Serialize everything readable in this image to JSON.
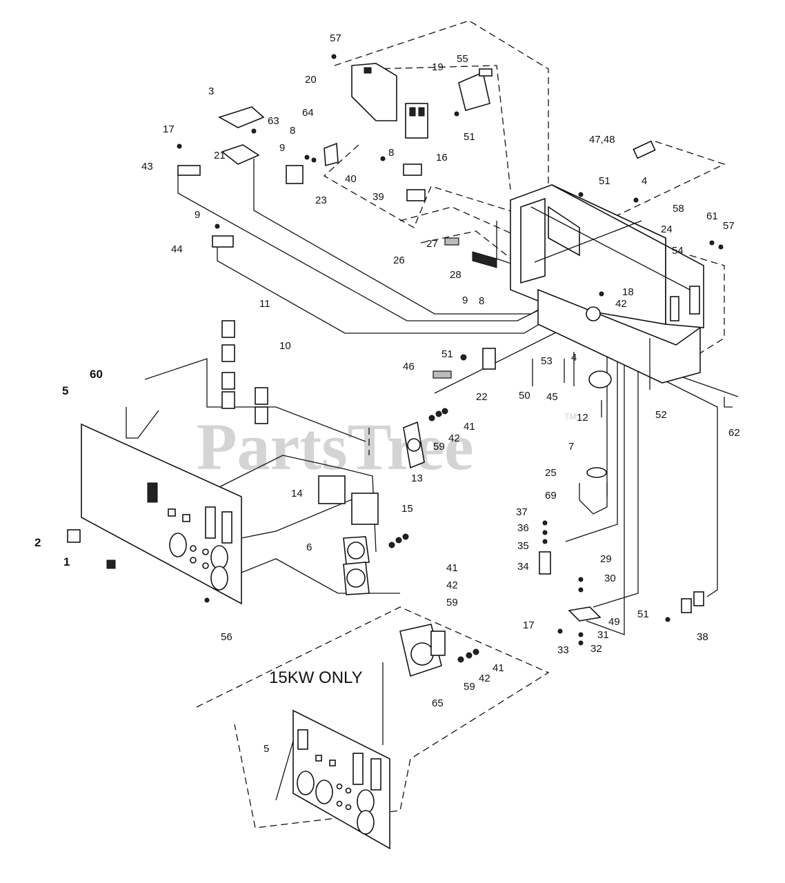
{
  "watermark": {
    "text": "PartsTree",
    "trademark": "TM"
  },
  "note": {
    "text": "15KW ONLY"
  },
  "callouts": [
    {
      "id": "c57a",
      "text": "57"
    },
    {
      "id": "c20",
      "text": "20"
    },
    {
      "id": "c55",
      "text": "55"
    },
    {
      "id": "c19",
      "text": "19"
    },
    {
      "id": "c3",
      "text": "3"
    },
    {
      "id": "c64",
      "text": "64"
    },
    {
      "id": "c17a",
      "text": "17"
    },
    {
      "id": "c63",
      "text": "63"
    },
    {
      "id": "c8a",
      "text": "8"
    },
    {
      "id": "c9a",
      "text": "9"
    },
    {
      "id": "c51a",
      "text": "51"
    },
    {
      "id": "c16",
      "text": "16"
    },
    {
      "id": "c47",
      "text": "47,48"
    },
    {
      "id": "c43",
      "text": "43"
    },
    {
      "id": "c21",
      "text": "21"
    },
    {
      "id": "c8b",
      "text": "8"
    },
    {
      "id": "c40",
      "text": "40"
    },
    {
      "id": "c23",
      "text": "23"
    },
    {
      "id": "c39",
      "text": "39"
    },
    {
      "id": "c51b",
      "text": "51"
    },
    {
      "id": "c4a",
      "text": "4"
    },
    {
      "id": "c58",
      "text": "58"
    },
    {
      "id": "c61",
      "text": "61"
    },
    {
      "id": "c57b",
      "text": "57"
    },
    {
      "id": "c9b",
      "text": "9"
    },
    {
      "id": "c24",
      "text": "24"
    },
    {
      "id": "c54",
      "text": "54"
    },
    {
      "id": "c44",
      "text": "44"
    },
    {
      "id": "c27",
      "text": "27"
    },
    {
      "id": "c26",
      "text": "26"
    },
    {
      "id": "c28",
      "text": "28"
    },
    {
      "id": "c9c",
      "text": "9"
    },
    {
      "id": "c8c",
      "text": "8"
    },
    {
      "id": "c18",
      "text": "18"
    },
    {
      "id": "c42a",
      "text": "42"
    },
    {
      "id": "c11",
      "text": "11"
    },
    {
      "id": "c10",
      "text": "10"
    },
    {
      "id": "c51c",
      "text": "51"
    },
    {
      "id": "c46",
      "text": "46"
    },
    {
      "id": "c4b",
      "text": "4"
    },
    {
      "id": "c53",
      "text": "53"
    },
    {
      "id": "c22",
      "text": "22"
    },
    {
      "id": "c50",
      "text": "50"
    },
    {
      "id": "c45",
      "text": "45"
    },
    {
      "id": "c12",
      "text": "12"
    },
    {
      "id": "c52",
      "text": "52"
    },
    {
      "id": "c62",
      "text": "62"
    },
    {
      "id": "c60",
      "text": "60"
    },
    {
      "id": "c5a",
      "text": "5"
    },
    {
      "id": "c41a",
      "text": "41"
    },
    {
      "id": "c42b",
      "text": "42"
    },
    {
      "id": "c59a",
      "text": "59"
    },
    {
      "id": "c7",
      "text": "7"
    },
    {
      "id": "c13",
      "text": "13"
    },
    {
      "id": "c25",
      "text": "25"
    },
    {
      "id": "c14",
      "text": "14"
    },
    {
      "id": "c15",
      "text": "15"
    },
    {
      "id": "c69",
      "text": "69"
    },
    {
      "id": "c37",
      "text": "37"
    },
    {
      "id": "c36",
      "text": "36"
    },
    {
      "id": "c35",
      "text": "35"
    },
    {
      "id": "c34",
      "text": "34"
    },
    {
      "id": "c2",
      "text": "2"
    },
    {
      "id": "c1",
      "text": "1"
    },
    {
      "id": "c6",
      "text": "6"
    },
    {
      "id": "c41b",
      "text": "41"
    },
    {
      "id": "c42c",
      "text": "42"
    },
    {
      "id": "c59b",
      "text": "59"
    },
    {
      "id": "c29",
      "text": "29"
    },
    {
      "id": "c30",
      "text": "30"
    },
    {
      "id": "c49",
      "text": "49"
    },
    {
      "id": "c51d",
      "text": "51"
    },
    {
      "id": "c17b",
      "text": "17"
    },
    {
      "id": "c31",
      "text": "31"
    },
    {
      "id": "c38",
      "text": "38"
    },
    {
      "id": "c33",
      "text": "33"
    },
    {
      "id": "c32",
      "text": "32"
    },
    {
      "id": "c56",
      "text": "56"
    },
    {
      "id": "c41c",
      "text": "41"
    },
    {
      "id": "c42d",
      "text": "42"
    },
    {
      "id": "c59c",
      "text": "59"
    },
    {
      "id": "c65",
      "text": "65"
    },
    {
      "id": "c5b",
      "text": "5"
    }
  ]
}
